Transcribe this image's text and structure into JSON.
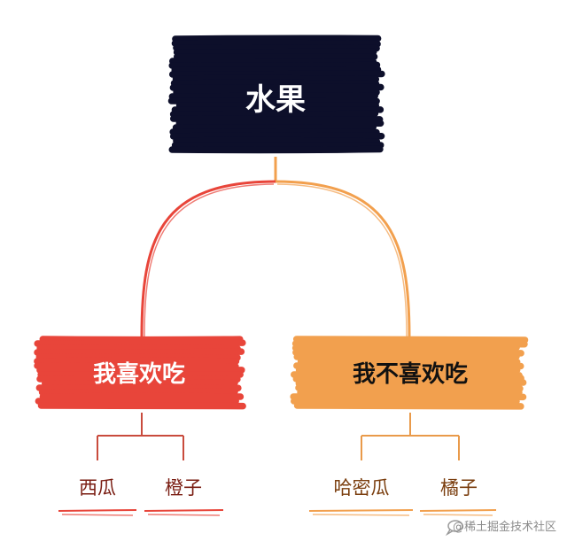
{
  "diagram": {
    "type": "tree",
    "root": {
      "label": "水果",
      "fill": "#0d0f2a",
      "text_color": "#ffffff"
    },
    "branches": [
      {
        "label": "我喜欢吃",
        "fill": "#e8453a",
        "text_color": "#ffffff",
        "line_color": "#e8453a",
        "leaf_line_color": "#c94b3d",
        "leaf_text_color": "#7a1d12",
        "leaves": [
          {
            "label": "西瓜"
          },
          {
            "label": "橙子"
          }
        ]
      },
      {
        "label": "我不喜欢吃",
        "fill": "#f2a04e",
        "text_color": "#111111",
        "line_color": "#f2a04e",
        "leaf_line_color": "#e99a4a",
        "leaf_text_color": "#7a3d0d",
        "leaves": [
          {
            "label": "哈密瓜"
          },
          {
            "label": "橘子"
          }
        ]
      }
    ]
  },
  "watermark": {
    "text": "@稀土掘金技术社区",
    "icon": "chat-bubble-icon"
  }
}
